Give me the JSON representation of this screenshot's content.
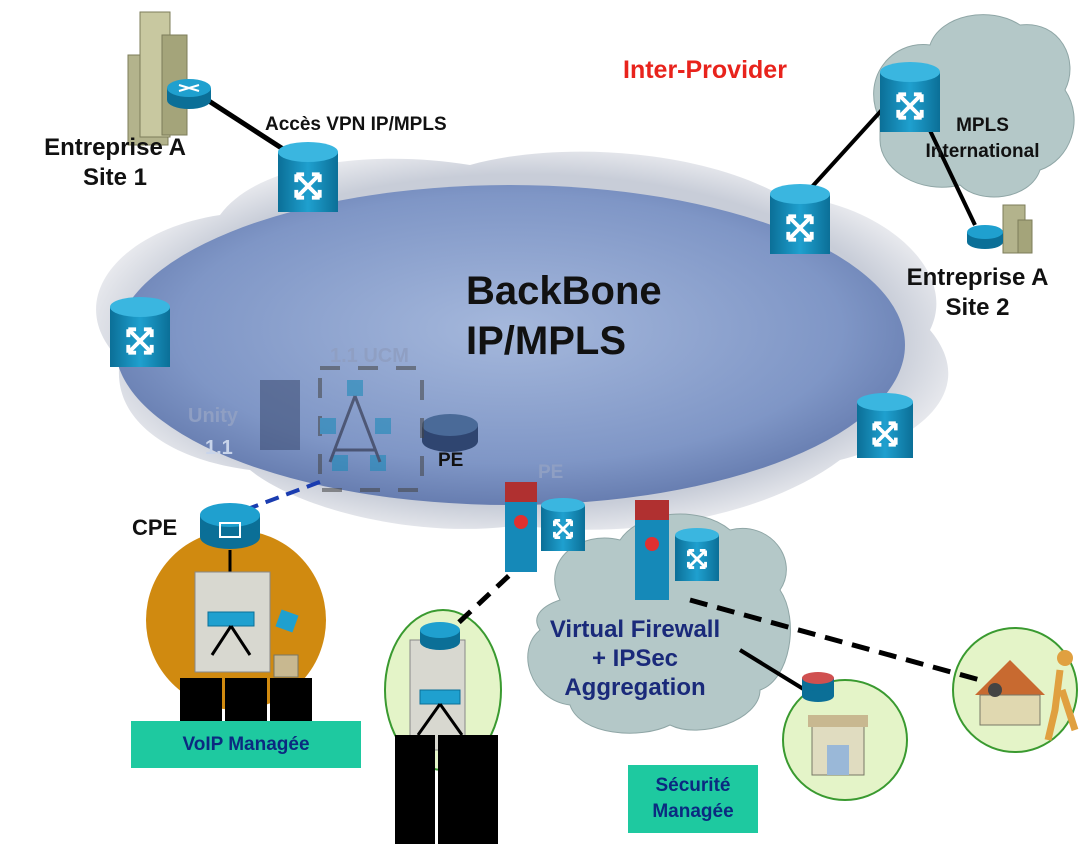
{
  "labels": {
    "inter_provider": "Inter-Provider",
    "mpls_international_1": "MPLS",
    "mpls_international_2": "International",
    "acces_vpn": "Accès VPN IP/MPLS",
    "entreprise_a_site1_1": "Entreprise A",
    "entreprise_a_site1_2": "Site 1",
    "entreprise_a_site2_1": "Entreprise A",
    "entreprise_a_site2_2": "Site 2",
    "backbone_1": "BackBone",
    "backbone_2": "IP/MPLS",
    "ucm_faded": "1.1 UCM",
    "unity_faded": "Unity",
    "unity_ver_faded": "1.1",
    "pe_1": "PE",
    "pe_2": "PE",
    "cpe": "CPE",
    "virtual_firewall_1": "Virtual Firewall",
    "virtual_firewall_2": "+ IPSec",
    "virtual_firewall_3": "Aggregation",
    "voip_managee": "VoIP Managée",
    "securite_managee_1": "Sécurité",
    "securite_managee_2": "Managée"
  },
  "colors": {
    "backbone": "#7f96c6",
    "router": "#1589b8",
    "cloud": "#b4c8c8",
    "orange_site": "#d08a10",
    "green_site": "#e4f4c8",
    "accent_box": "#1ec9a0",
    "red_text": "#e8231c",
    "navy_text": "#1a2a7a"
  },
  "icons": [
    "router-icon",
    "mpls-switch-icon",
    "firewall-icon",
    "building-icon",
    "server-icon",
    "phone-icon",
    "home-worker-icon",
    "shop-icon"
  ]
}
